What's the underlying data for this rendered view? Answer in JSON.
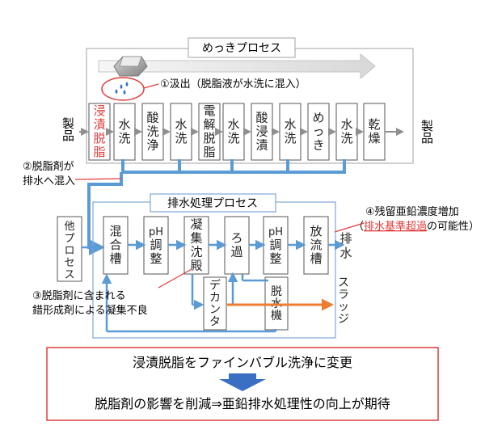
{
  "plating": {
    "title": "めっきプロセス",
    "steps": [
      {
        "label": "浸漬脱脂",
        "highlight": true
      },
      {
        "label": "水洗"
      },
      {
        "label": "酸洗浄"
      },
      {
        "label": "水洗"
      },
      {
        "label": "電解脱脂"
      },
      {
        "label": "水洗"
      },
      {
        "label": "酸浸漬"
      },
      {
        "label": "水洗"
      },
      {
        "label": "めっき"
      },
      {
        "label": "水洗"
      },
      {
        "label": "乾燥"
      }
    ],
    "input_label": "製品",
    "output_label": "製品"
  },
  "wastewater": {
    "title": "排水処理プロセス",
    "other_process": "他プロセス",
    "top_steps": [
      "混合槽",
      "pH調整",
      "凝集沈殿",
      "ろ過",
      "pH調整",
      "放流槽"
    ],
    "bottom_steps": [
      "デカンタ",
      "脱水機"
    ],
    "discharge_label": "排水",
    "sludge_label": "スラッジ"
  },
  "notes": {
    "n1": "①汲出（脱脂液が水洗に混入）",
    "n2_line1": "②脱脂剤が",
    "n2_line2": "排水へ混入",
    "n3_line1": "③脱脂剤に含まれる",
    "n3_line2": "錯形成剤による凝集不良",
    "n4_line1": "④残留亜鉛濃度増加",
    "n4_open": "（",
    "n4_red": "排水基準超過",
    "n4_close": "の可能性）"
  },
  "conclusion": {
    "line1": "浸漬脱脂をファインバブル洗浄に変更",
    "line2": "脱脂剤の影響を削減⇒亜鉛排水処理性の向上が期待"
  },
  "colors": {
    "flow_blue": "#5b9bd5",
    "sludge_orange": "#ed7d31",
    "highlight_red": "#e03c3c",
    "box_border": "#555555",
    "arrow_gray": "#a6a6a6"
  }
}
